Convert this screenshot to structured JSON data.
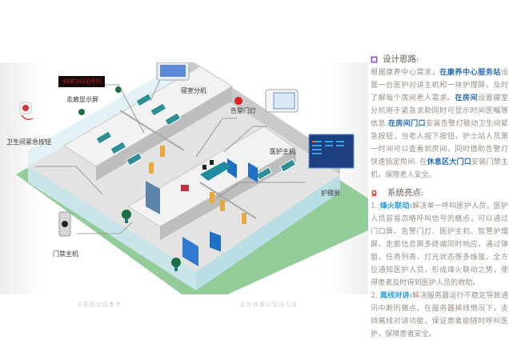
{
  "diagram": {
    "callouts": [
      {
        "id": "corridor-display",
        "label": "走廊显示屏",
        "screen_text": "46床003无呼叫"
      },
      {
        "id": "bathroom-button",
        "label": "卫生间紧急按钮"
      },
      {
        "id": "bedroom-extension",
        "label": "寝室分机"
      },
      {
        "id": "alarm-door-light",
        "label": "告警门灯"
      },
      {
        "id": "nurse-host",
        "label": "医护主机"
      },
      {
        "id": "nursing-screen",
        "label": "护理屏"
      },
      {
        "id": "access-host",
        "label": "门禁主机"
      }
    ],
    "colors": {
      "floor": "#e3e3e3",
      "wall_glass": "#bfe0ee",
      "lawn": "#93cc99",
      "bed": "#2e8f96",
      "door": "#e8a93a",
      "screen_blue": "#1f6fc4"
    }
  },
  "panel": {
    "design": {
      "title": "设计思路:",
      "icon": "bookmark-icon",
      "icon_color": "#9b59d0",
      "segments": [
        {
          "t": "根据康养中心需求，",
          "hl": false
        },
        {
          "t": "在康养中心服务站",
          "hl": true
        },
        {
          "t": "设置一台医护对讲主机和一块护理屏，及时了解每个房间老人需求。",
          "hl": false
        },
        {
          "t": "在房间",
          "hl": true
        },
        {
          "t": "设置寝室分机用于紧急求助同时可显示时间医嘱等信息.",
          "hl": false
        },
        {
          "t": "在房间门口",
          "hl": true
        },
        {
          "t": "安装告警灯联动卫生间紧急按钮，当老人按下按钮，护士站人员第一时间可以查看到房间，同时借助告警灯快速锁定房间. 在",
          "hl": false
        },
        {
          "t": "休息区大门口",
          "hl": true
        },
        {
          "t": "安装门禁主机，保障老人安全。",
          "hl": false
        }
      ]
    },
    "highlights": {
      "title": "系统亮点:",
      "icon": "award-icon",
      "icon_color": "#e0522e",
      "items": [
        {
          "num": "1.",
          "key": "烽火联动:",
          "text": "解决单一呼叫医护人员，医护人员容易忽略呼叫信号的痛点，可以通过门口屏、告警门灯、医护主机、智慧护理屏、走廊信息屏多终端同时响应，通过弹窗、任务列表、灯光状态等多维度、全方位通知医护人员，形成烽火联动之势，使得患者及时得到医护人员的救助。"
        },
        {
          "num": "2.",
          "key": "离线对讲:",
          "text": "解决服务器运行不稳定导致通讯中断的痛点。在服务器掉线情况下，支持离线对讲功能，保证患者能随时呼叫医护，保障患者安全。"
        }
      ]
    }
  },
  "footer": {
    "caption_left": "示意图仅供参考",
    "caption_right": "实际效果以现场为准"
  }
}
